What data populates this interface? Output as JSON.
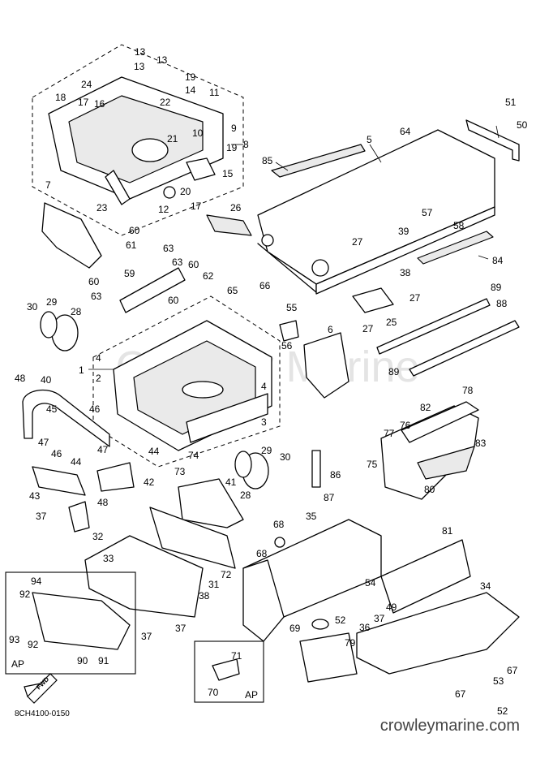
{
  "diagram_code": "8CH4100-0150",
  "website": "crowleymarine.com",
  "watermark": "Crowley Marine",
  "inset_label": "AP",
  "fwd_label": "FWD",
  "part_numbers": {
    "p1": "1",
    "p2": "2",
    "p3": "3",
    "p4": "4",
    "p5": "5",
    "p6": "6",
    "p7": "7",
    "p8": "8",
    "p9": "9",
    "p10": "10",
    "p11": "11",
    "p12": "12",
    "p13": "13",
    "p14": "14",
    "p15": "15",
    "p16": "16",
    "p17": "17",
    "p18": "18",
    "p19": "19",
    "p20": "20",
    "p21": "21",
    "p22": "22",
    "p23": "23",
    "p24": "24",
    "p25": "25",
    "p26": "26",
    "p27": "27",
    "p28": "28",
    "p29": "29",
    "p30": "30",
    "p31": "31",
    "p32": "32",
    "p33": "33",
    "p34": "34",
    "p35": "35",
    "p36": "36",
    "p37": "37",
    "p38": "38",
    "p39": "39",
    "p40": "40",
    "p41": "41",
    "p42": "42",
    "p43": "43",
    "p44": "44",
    "p45": "45",
    "p46": "46",
    "p47": "47",
    "p48": "48",
    "p49": "49",
    "p50": "50",
    "p51": "51",
    "p52": "52",
    "p53": "53",
    "p54": "54",
    "p55": "55",
    "p56": "56",
    "p57": "57",
    "p58": "58",
    "p59": "59",
    "p60": "60",
    "p61": "61",
    "p62": "62",
    "p63": "63",
    "p64": "64",
    "p65": "65",
    "p66": "66",
    "p67": "67",
    "p68": "68",
    "p69": "69",
    "p70": "70",
    "p71": "71",
    "p72": "72",
    "p73": "73",
    "p74": "74",
    "p75": "75",
    "p76": "76",
    "p77": "77",
    "p78": "78",
    "p79": "79",
    "p80": "80",
    "p81": "81",
    "p82": "82",
    "p83": "83",
    "p84": "84",
    "p85": "85",
    "p86": "86",
    "p87": "87",
    "p88": "88",
    "p89": "89",
    "p90": "90",
    "p91": "91",
    "p92": "92",
    "p93": "93",
    "p94": "94"
  }
}
